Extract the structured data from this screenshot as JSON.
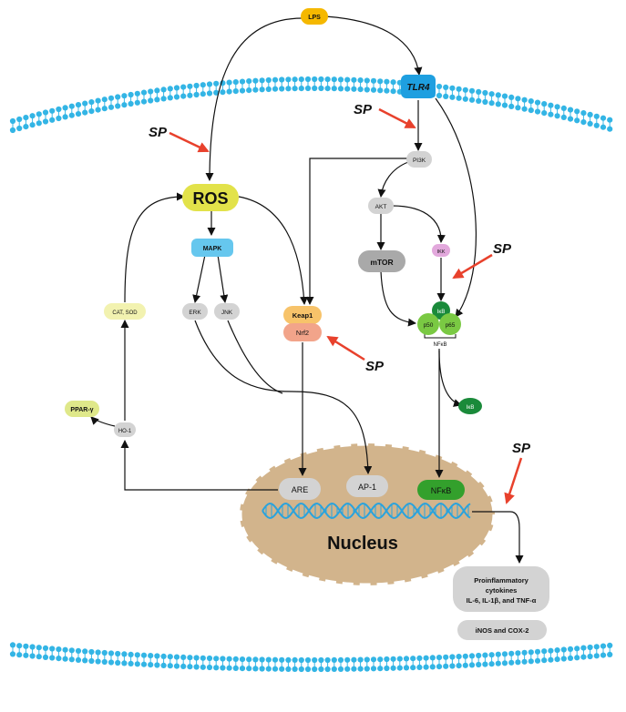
{
  "nodes": {
    "lps": "LPS",
    "tlr4": "TLR4",
    "ros": "ROS",
    "mapk": "MAPK",
    "erk": "ERK",
    "jnk": "JNK",
    "pi3k": "PI3K",
    "akt": "AKT",
    "mtor": "mTOR",
    "ikk": "IKK",
    "ikb_complex": "IκB",
    "p50": "p50",
    "p65": "p65",
    "nfkb_bracket": "NFκB",
    "ikb_free": "IκB",
    "keap1": "Keap1",
    "nrf2": "Nrf2",
    "cat_sod": "CAT, SOD",
    "ho1": "HO-1",
    "ppar": "PPAR-γ",
    "are": "ARE",
    "ap1": "AP-1",
    "nfkb_nucleus": "NFκB",
    "nucleus": "Nucleus",
    "cytokines_line1": "Proinflammatory",
    "cytokines_line2": "cytokines",
    "cytokines_line3": "IL-6, IL-1β, and TNF-α",
    "inos_cox": "iNOS and COX-2"
  },
  "sp_label": "SP",
  "colors": {
    "membrane": "#33b5e5",
    "nucleus": "#d2b48c",
    "dna": "#2aa3dd",
    "sp_arrow": "#e8412c",
    "lps": "#f5b800",
    "tlr4": "#1e9fe0",
    "ros": "#e2e24a",
    "mapk": "#66c7ee",
    "grey_node": "#d3d3d3",
    "dark_grey_node": "#a9a9a9",
    "ikk": "#e2a8dc",
    "nfkb_green": "#7ac943",
    "ikb_green": "#1a8a3a",
    "keap1": "#f7c36a",
    "nrf2": "#f2a48a",
    "cat_sod": "#f2f2b0",
    "ppar": "#dfe88a"
  }
}
